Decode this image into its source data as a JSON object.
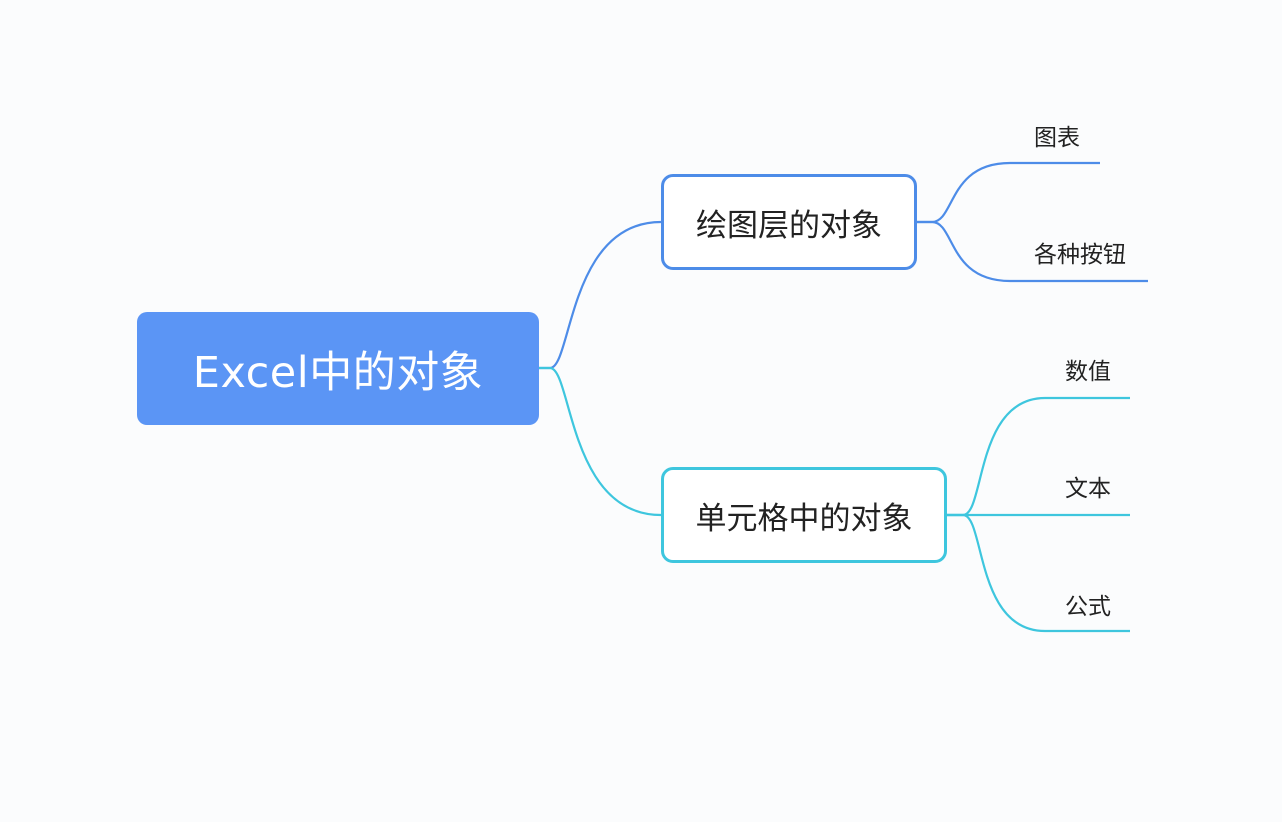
{
  "root": {
    "label": "Excel中的对象",
    "color": "#5b95f5"
  },
  "branches": [
    {
      "label": "绘图层的对象",
      "color": "#4d8ce8",
      "children": [
        "图表",
        "各种按钮"
      ]
    },
    {
      "label": "单元格中的对象",
      "color": "#3ec6de",
      "children": [
        "数值",
        "文本",
        "公式"
      ]
    }
  ]
}
